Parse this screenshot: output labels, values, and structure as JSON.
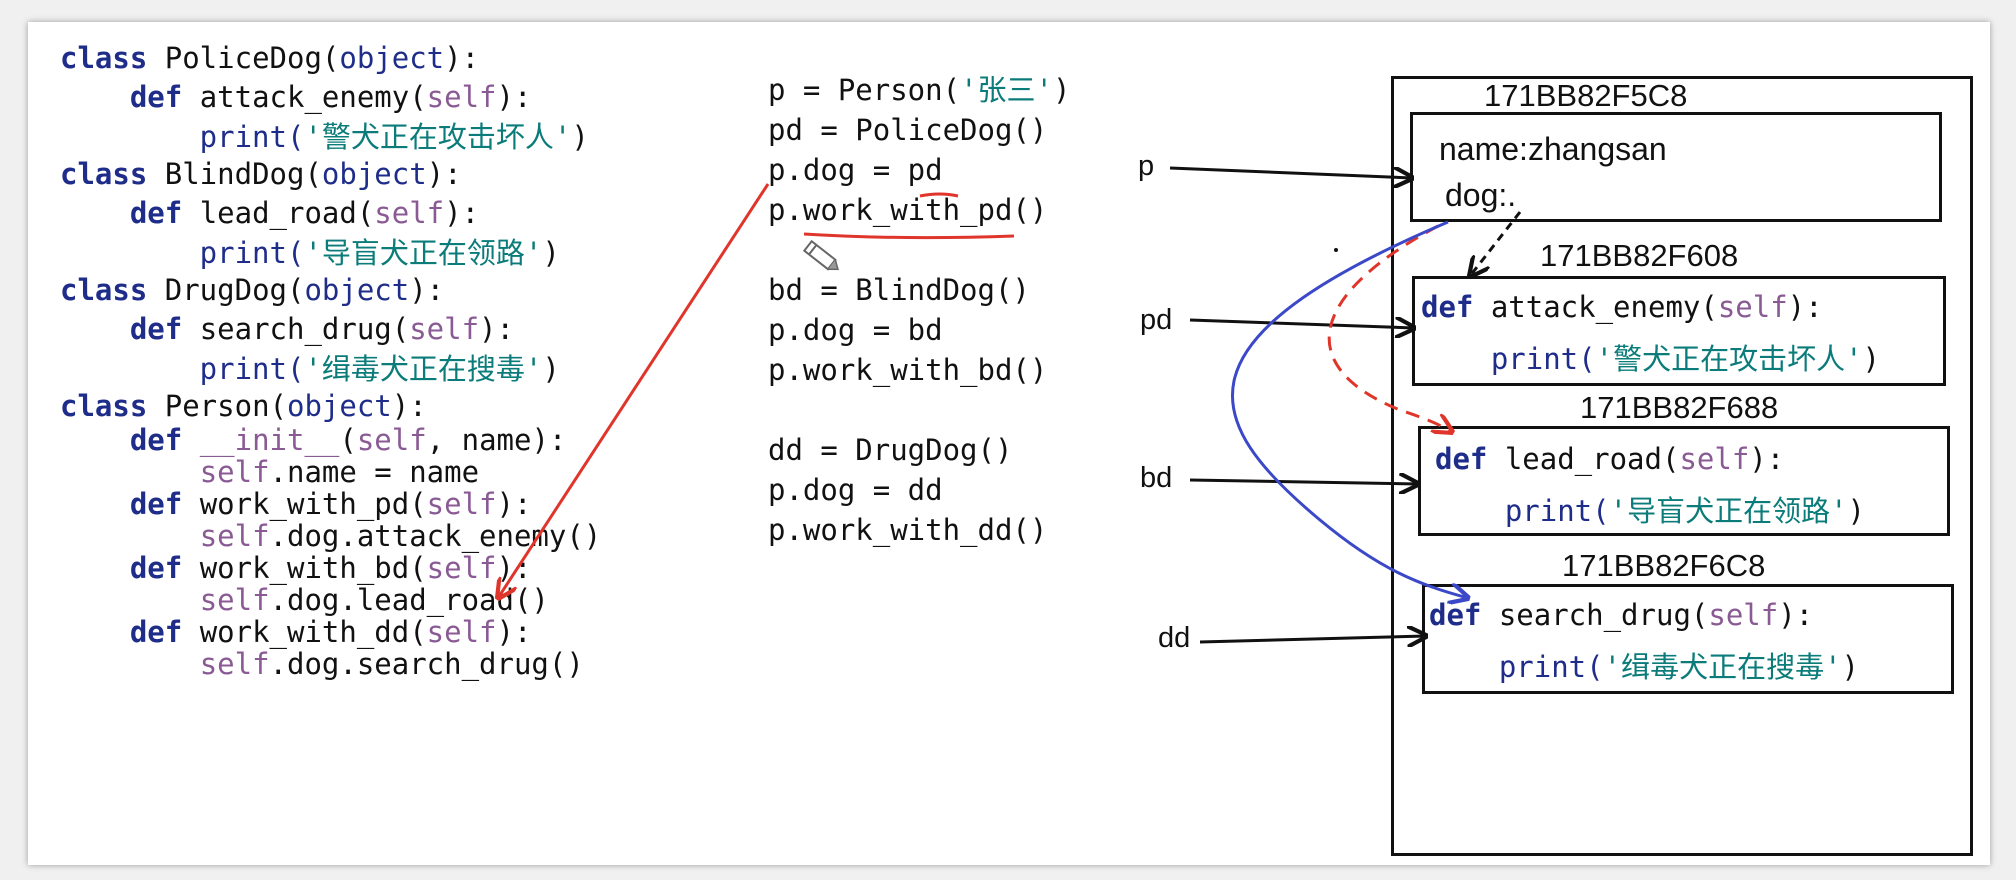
{
  "left_code": [
    [
      {
        "t": "class ",
        "c": "kw"
      },
      {
        "t": "PoliceDog(",
        "c": "plain"
      },
      {
        "t": "object",
        "c": "obj"
      },
      {
        "t": "):",
        "c": "plain"
      }
    ],
    [
      {
        "t": "    def ",
        "c": "kw"
      },
      {
        "t": "attack_enemy(",
        "c": "plain"
      },
      {
        "t": "self",
        "c": "self"
      },
      {
        "t": "):",
        "c": "plain"
      }
    ],
    [
      {
        "t": "        print(",
        "c": "obj"
      },
      {
        "t": "'警犬正在攻击坏人'",
        "c": "str"
      },
      {
        "t": ")",
        "c": "plain"
      }
    ],
    [
      {
        "t": "class ",
        "c": "kw"
      },
      {
        "t": "BlindDog(",
        "c": "plain"
      },
      {
        "t": "object",
        "c": "obj"
      },
      {
        "t": "):",
        "c": "plain"
      }
    ],
    [
      {
        "t": "    def ",
        "c": "kw"
      },
      {
        "t": "lead_road(",
        "c": "plain"
      },
      {
        "t": "self",
        "c": "self"
      },
      {
        "t": "):",
        "c": "plain"
      }
    ],
    [
      {
        "t": "        print(",
        "c": "obj"
      },
      {
        "t": "'导盲犬正在领路'",
        "c": "str"
      },
      {
        "t": ")",
        "c": "plain"
      }
    ],
    [
      {
        "t": "class ",
        "c": "kw"
      },
      {
        "t": "DrugDog(",
        "c": "plain"
      },
      {
        "t": "object",
        "c": "obj"
      },
      {
        "t": "):",
        "c": "plain"
      }
    ],
    [
      {
        "t": "    def ",
        "c": "kw"
      },
      {
        "t": "search_drug(",
        "c": "plain"
      },
      {
        "t": "self",
        "c": "self"
      },
      {
        "t": "):",
        "c": "plain"
      }
    ],
    [
      {
        "t": "        print(",
        "c": "obj"
      },
      {
        "t": "'缉毒犬正在搜毒'",
        "c": "str"
      },
      {
        "t": ")",
        "c": "plain"
      }
    ],
    [
      {
        "t": "class ",
        "c": "kw"
      },
      {
        "t": "Person(",
        "c": "plain"
      },
      {
        "t": "object",
        "c": "obj"
      },
      {
        "t": "):",
        "c": "plain"
      }
    ],
    [
      {
        "t": "    def ",
        "c": "kw"
      },
      {
        "t": "__init__",
        "c": "self"
      },
      {
        "t": "(",
        "c": "plain"
      },
      {
        "t": "self",
        "c": "self"
      },
      {
        "t": ", name):",
        "c": "plain"
      }
    ],
    [
      {
        "t": "        ",
        "c": "plain"
      },
      {
        "t": "self",
        "c": "self"
      },
      {
        "t": ".name = name",
        "c": "plain"
      }
    ],
    [
      {
        "t": "    def ",
        "c": "kw"
      },
      {
        "t": "work_with_pd(",
        "c": "plain"
      },
      {
        "t": "self",
        "c": "self"
      },
      {
        "t": "):",
        "c": "plain"
      }
    ],
    [
      {
        "t": "        ",
        "c": "plain"
      },
      {
        "t": "self",
        "c": "self"
      },
      {
        "t": ".dog.attack_enemy()",
        "c": "plain"
      }
    ],
    [
      {
        "t": "    def ",
        "c": "kw"
      },
      {
        "t": "work_with_bd(",
        "c": "plain"
      },
      {
        "t": "self",
        "c": "self"
      },
      {
        "t": "):",
        "c": "plain"
      }
    ],
    [
      {
        "t": "        ",
        "c": "plain"
      },
      {
        "t": "self",
        "c": "self"
      },
      {
        "t": ".dog.lead_road()",
        "c": "plain"
      }
    ],
    [
      {
        "t": "    def ",
        "c": "kw"
      },
      {
        "t": "work_with_dd(",
        "c": "plain"
      },
      {
        "t": "self",
        "c": "self"
      },
      {
        "t": "):",
        "c": "plain"
      }
    ],
    [
      {
        "t": "        ",
        "c": "plain"
      },
      {
        "t": "self",
        "c": "self"
      },
      {
        "t": ".dog.search_drug()",
        "c": "plain"
      }
    ]
  ],
  "middle_code": [
    [
      {
        "t": "p = Person(",
        "c": "plain"
      },
      {
        "t": "'张三'",
        "c": "str"
      },
      {
        "t": ")",
        "c": "plain"
      }
    ],
    [
      {
        "t": "pd = PoliceDog()",
        "c": "plain"
      }
    ],
    [
      {
        "t": "p.dog = pd",
        "c": "plain"
      }
    ],
    [
      {
        "t": "p.work_with_pd()",
        "c": "plain"
      }
    ],
    [
      {
        "t": "",
        "c": "plain"
      }
    ],
    [
      {
        "t": "bd = BlindDog()",
        "c": "plain"
      }
    ],
    [
      {
        "t": "p.dog = bd",
        "c": "plain"
      }
    ],
    [
      {
        "t": "p.work_with_bd()",
        "c": "plain"
      }
    ],
    [
      {
        "t": "",
        "c": "plain"
      }
    ],
    [
      {
        "t": "dd = DrugDog()",
        "c": "plain"
      }
    ],
    [
      {
        "t": "p.dog = dd",
        "c": "plain"
      }
    ],
    [
      {
        "t": "p.work_with_dd()",
        "c": "plain"
      }
    ]
  ],
  "variables": [
    "p",
    "pd",
    "bd",
    "dd"
  ],
  "memory": {
    "person_addr": "171BB82F5C8",
    "person_name_field": "name:zhangsan",
    "person_dog_field": "dog:.",
    "police_addr": "171BB82F608",
    "blind_addr": "171BB82F688",
    "drug_addr": "171BB82F6C8"
  },
  "memory_code": {
    "police": [
      [
        {
          "t": "def ",
          "c": "kw"
        },
        {
          "t": "attack_enemy(",
          "c": "plain"
        },
        {
          "t": "self",
          "c": "self"
        },
        {
          "t": "):",
          "c": "plain"
        }
      ],
      [
        {
          "t": "    print(",
          "c": "obj"
        },
        {
          "t": "'警犬正在攻击坏人'",
          "c": "str"
        },
        {
          "t": ")",
          "c": "plain"
        }
      ]
    ],
    "blind": [
      [
        {
          "t": "def ",
          "c": "kw"
        },
        {
          "t": "lead_road(",
          "c": "plain"
        },
        {
          "t": "self",
          "c": "self"
        },
        {
          "t": "):",
          "c": "plain"
        }
      ],
      [
        {
          "t": "    print(",
          "c": "obj"
        },
        {
          "t": "'导盲犬正在领路'",
          "c": "str"
        },
        {
          "t": ")",
          "c": "plain"
        }
      ]
    ],
    "drug": [
      [
        {
          "t": "def ",
          "c": "kw"
        },
        {
          "t": "search_drug(",
          "c": "plain"
        },
        {
          "t": "self",
          "c": "self"
        },
        {
          "t": "):",
          "c": "plain"
        }
      ],
      [
        {
          "t": "    print(",
          "c": "obj"
        },
        {
          "t": "'缉毒犬正在搜毒'",
          "c": "str"
        },
        {
          "t": ")",
          "c": "plain"
        }
      ]
    ]
  },
  "colors": {
    "keyword": "#1f2d8a",
    "self": "#8a5a94",
    "string": "#0b7c7a",
    "red_annotation": "#e0352b",
    "blue_annotation": "#3b48c8",
    "black": "#111111"
  }
}
